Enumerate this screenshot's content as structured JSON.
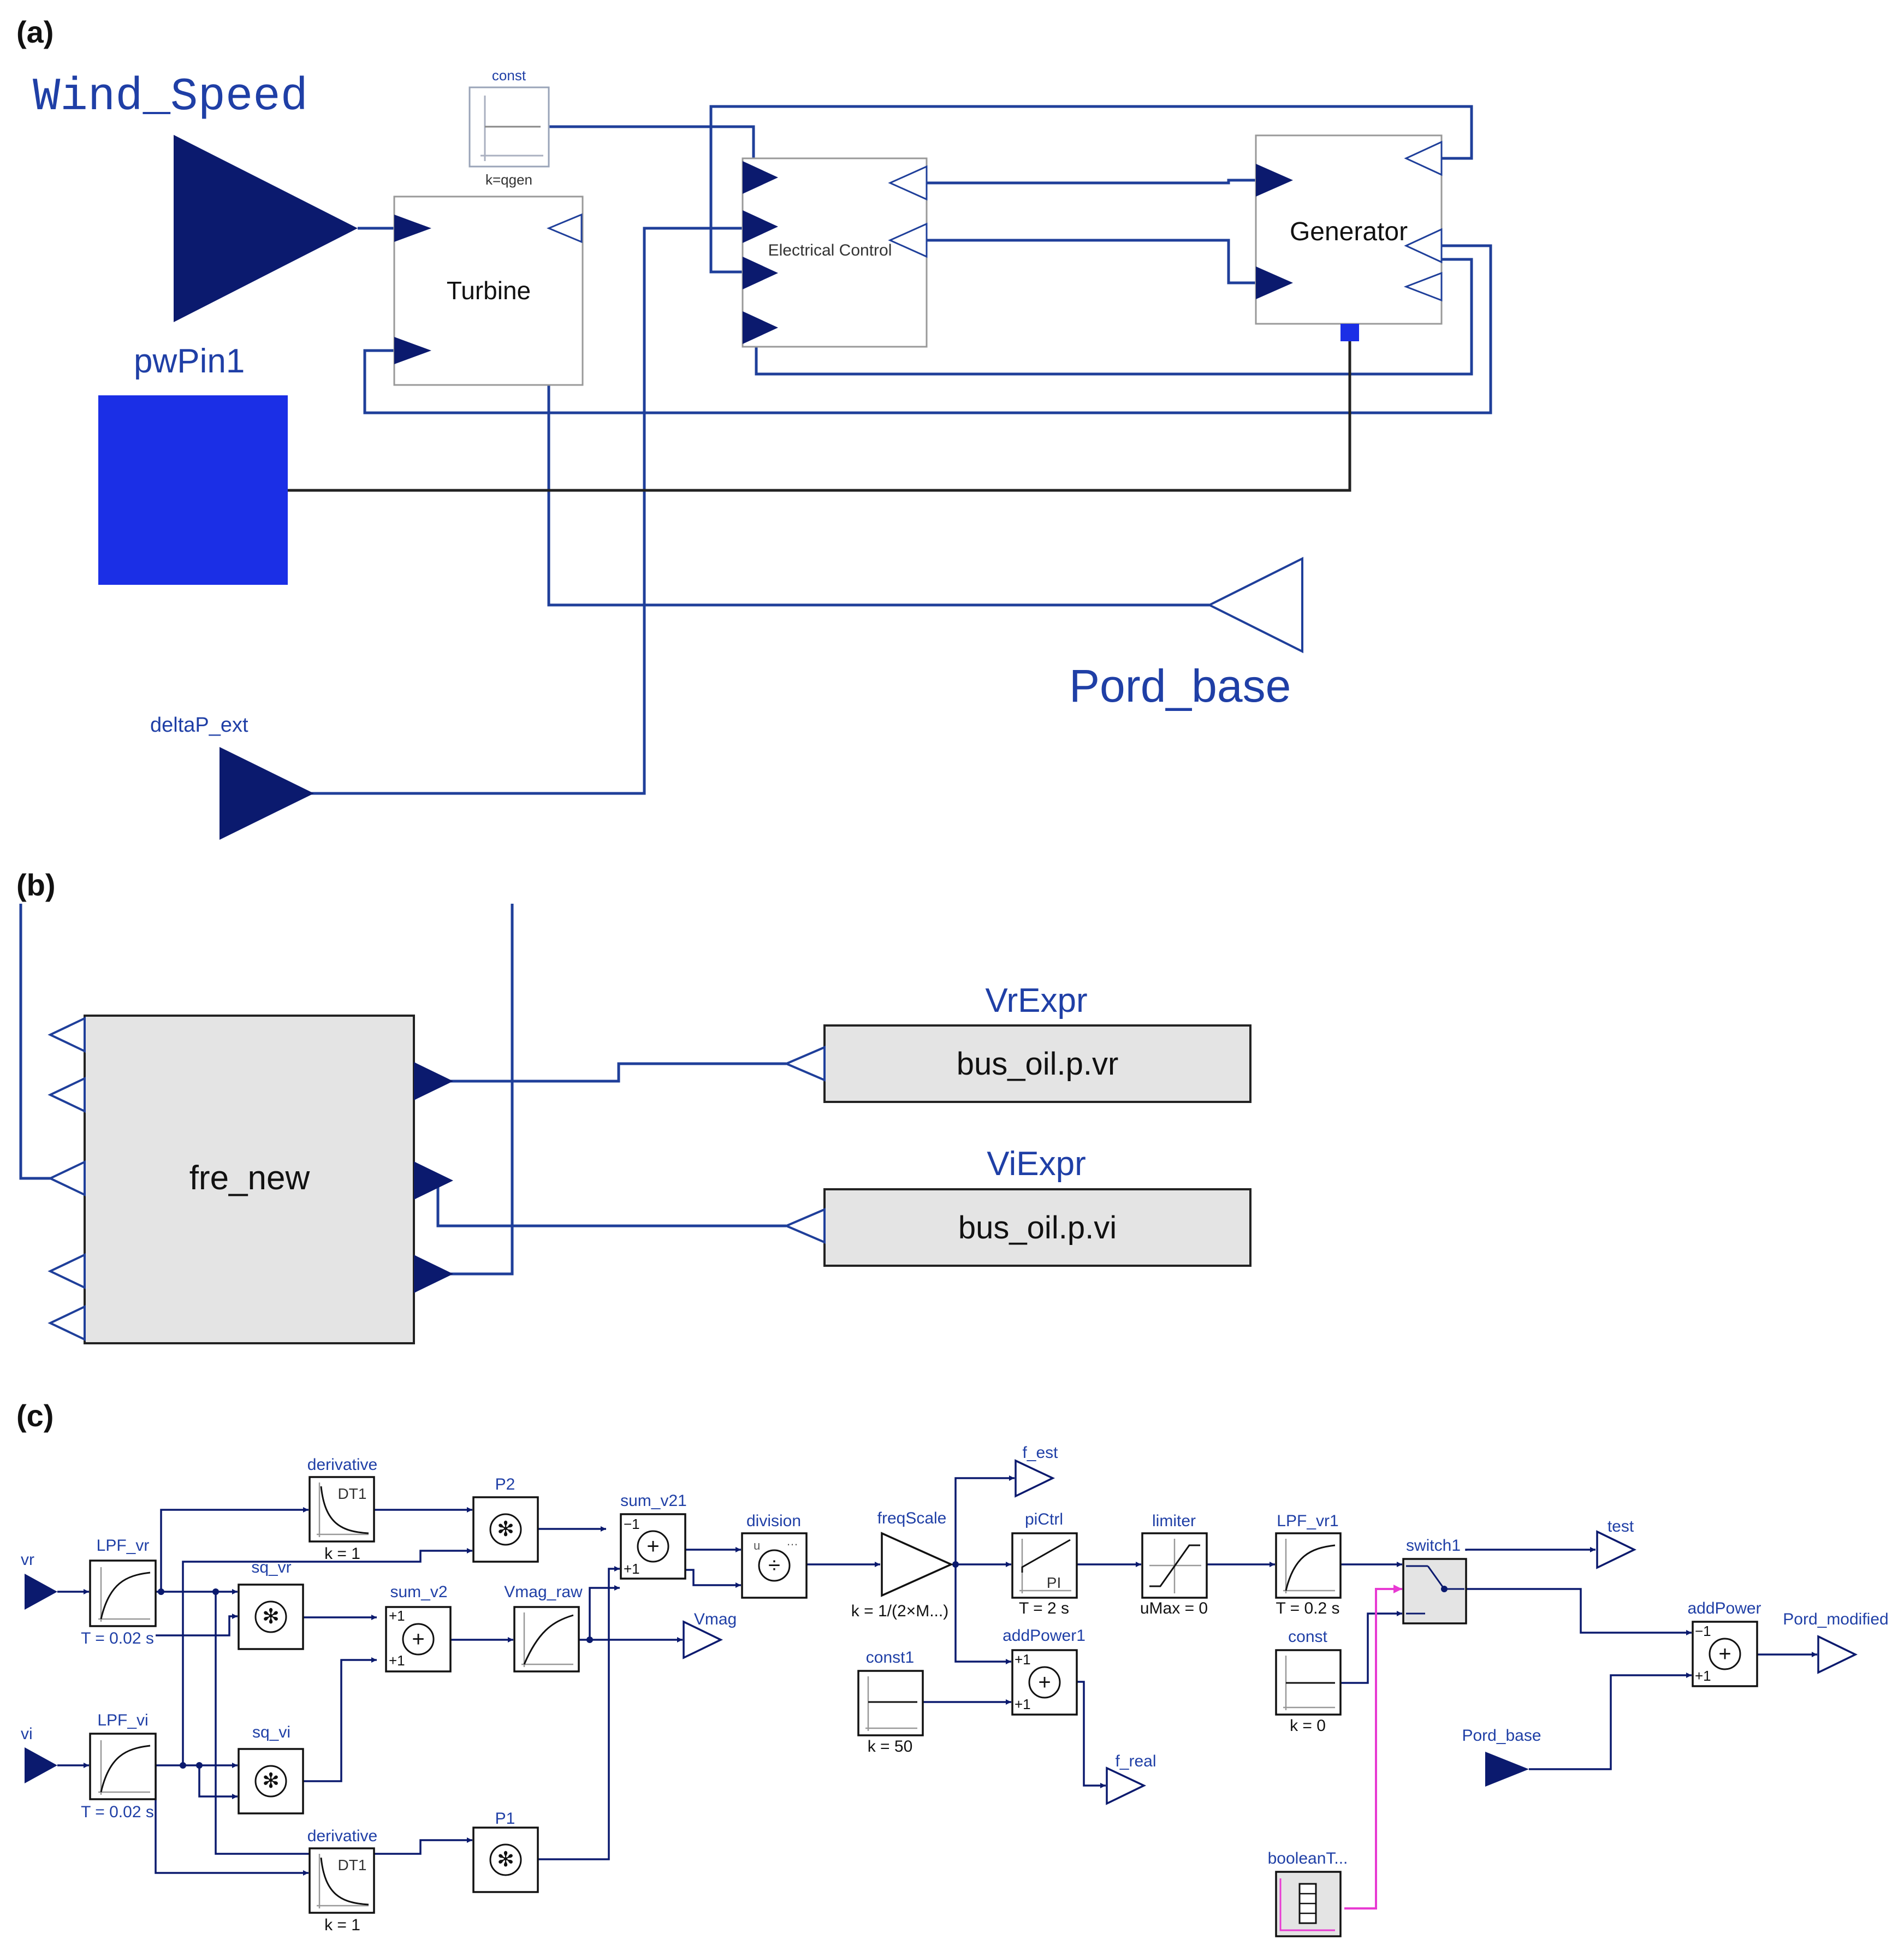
{
  "colors": {
    "navy": "#0b1a6e",
    "wire": "#1f3f9a",
    "blue_fill": "#1b2fe6",
    "label_blue": "#1f3fa6",
    "grey_fill": "#e4e4e4",
    "magenta": "#e83ad2",
    "black": "#111111"
  },
  "panel_a": {
    "tag": "(a)",
    "wind_speed": "Wind_Speed",
    "pwpin": "pwPin1",
    "const_label": "const",
    "const_k": "k=qgen",
    "turbine": "Turbine",
    "electrical_control": "Electrical Control",
    "generator": "Generator",
    "pord_base": "Pord_base",
    "deltap_ext": "deltaP_ext"
  },
  "panel_b": {
    "tag": "(b)",
    "fre_new": "fre_new",
    "vr_expr": "VrExpr",
    "vr_value": "bus_oil.p.vr",
    "vi_expr": "ViExpr",
    "vi_value": "bus_oil.p.vi"
  },
  "panel_c": {
    "tag": "(c)",
    "vr": "vr",
    "vi": "vi",
    "lpf_vr": "LPF_vr",
    "lpf_vr_param": "T = 0.02 s",
    "lpf_vi": "LPF_vi",
    "lpf_vi_param": "T = 0.02 s",
    "derivative_top": "derivative",
    "derivative_top_param": "k = 1",
    "derivative_bottom": "derivative",
    "derivative_bottom_param": "k = 1",
    "dt1": "DT1",
    "sq_vr": "sq_vr",
    "sq_vi": "sq_vi",
    "p2": "P2",
    "p1": "P1",
    "sum_v2": "sum_v2",
    "sum_v21": "sum_v21",
    "vmag_raw": "Vmag_raw",
    "vmag": "Vmag",
    "division": "division",
    "freqscale": "freqScale",
    "freqscale_param": "k = 1/(2×M...)",
    "f_est": "f_est",
    "pictrl": "piCtrl",
    "pictrl_param": "T = 2 s",
    "pi": "PI",
    "limiter": "limiter",
    "limiter_param": "uMax = 0",
    "lpf_vr1": "LPF_vr1",
    "lpf_vr1_param": "T = 0.2 s",
    "switch1": "switch1",
    "test": "test",
    "const_c": "const",
    "const_c_param": "k = 0",
    "const1": "const1",
    "const1_param": "k = 50",
    "addpower1": "addPower1",
    "f_real": "f_real",
    "addpower": "addPower",
    "pord_modified": "Pord_modified",
    "pord_base_in": "Pord_base",
    "booleant": "booleanT...",
    "sign_plus1": "+1",
    "sign_minus1": "−1"
  }
}
